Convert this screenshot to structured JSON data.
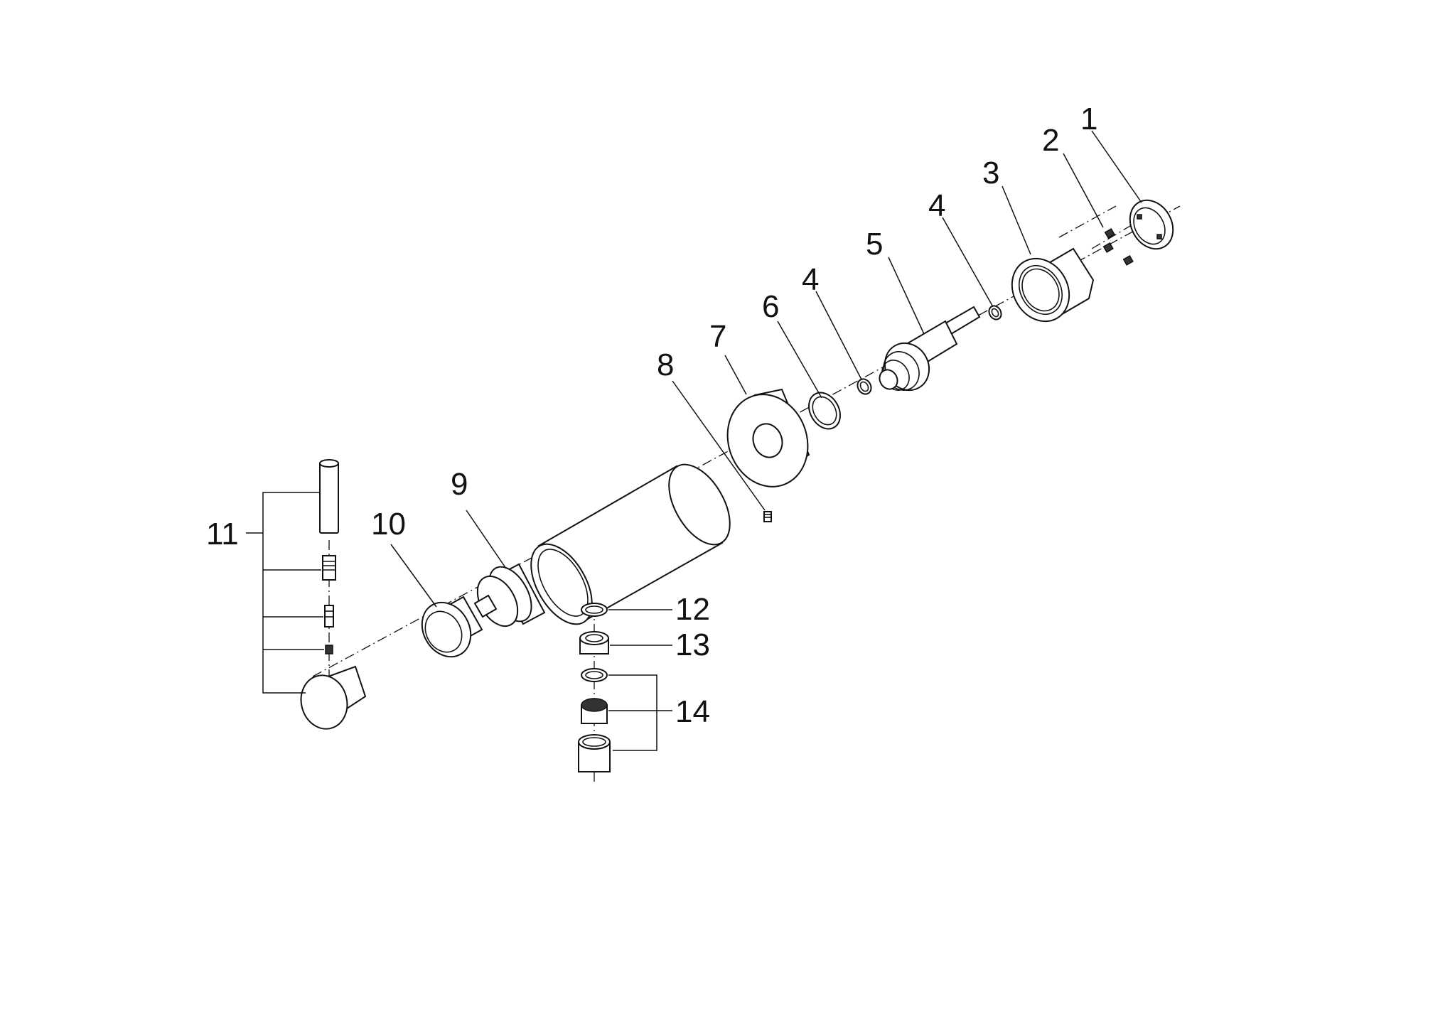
{
  "diagram": {
    "type": "exploded-parts-view",
    "callouts": [
      {
        "id": "c1",
        "text": "1"
      },
      {
        "id": "c2",
        "text": "2"
      },
      {
        "id": "c3",
        "text": "3"
      },
      {
        "id": "c4a",
        "text": "4"
      },
      {
        "id": "c4b",
        "text": "4"
      },
      {
        "id": "c5",
        "text": "5"
      },
      {
        "id": "c6",
        "text": "6"
      },
      {
        "id": "c7",
        "text": "7"
      },
      {
        "id": "c8",
        "text": "8"
      },
      {
        "id": "c9",
        "text": "9"
      },
      {
        "id": "c10",
        "text": "10"
      },
      {
        "id": "c11",
        "text": "11"
      },
      {
        "id": "c12",
        "text": "12"
      },
      {
        "id": "c13",
        "text": "13"
      },
      {
        "id": "c14",
        "text": "14"
      }
    ]
  }
}
